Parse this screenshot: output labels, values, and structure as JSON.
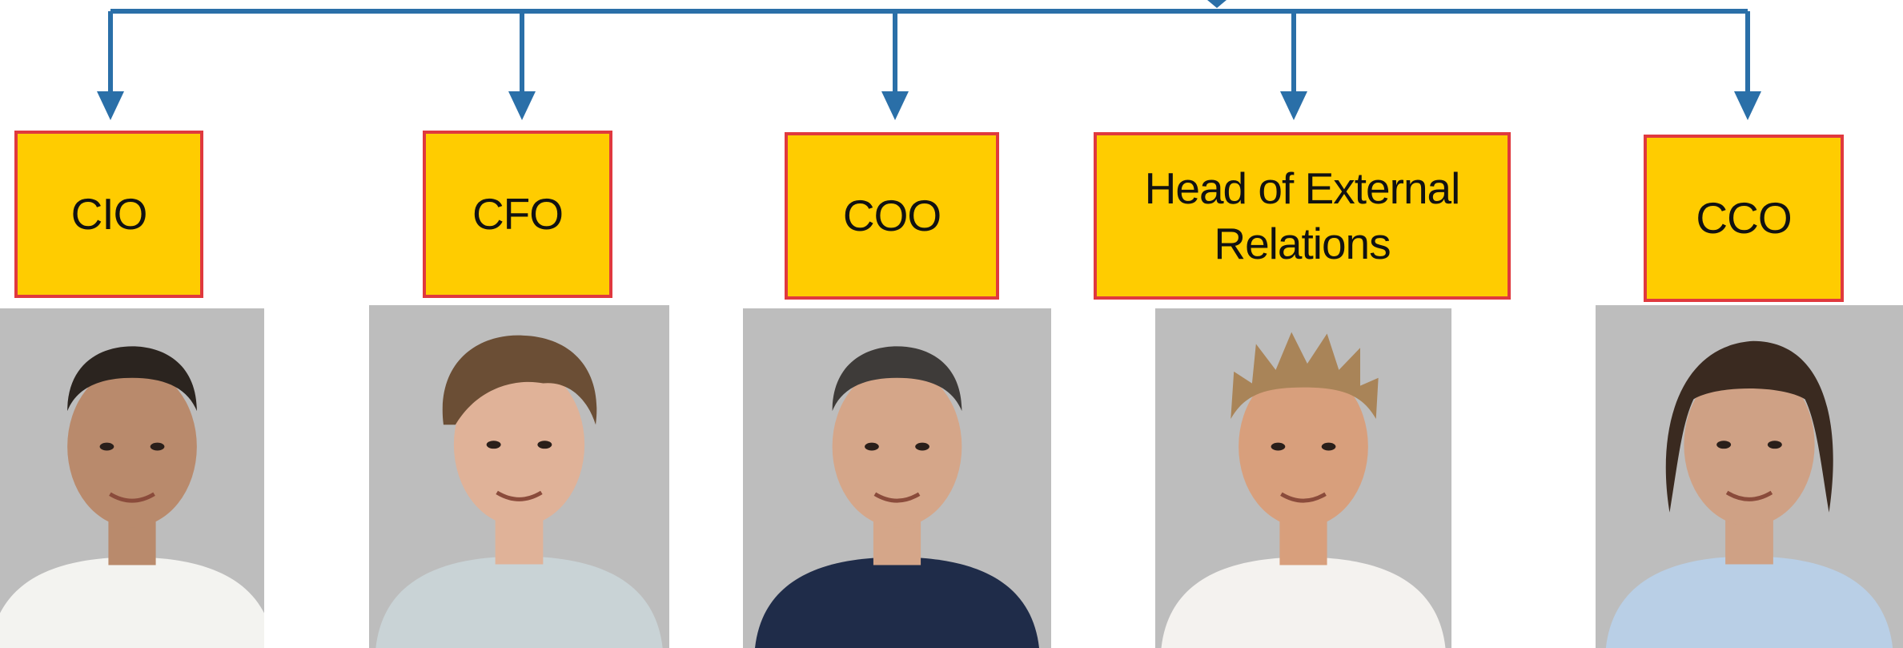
{
  "colors": {
    "connector": "#2a6fa8",
    "box_fill": "#ffcc00",
    "box_border": "#e0393e",
    "photo_background": "#bdbdbd"
  },
  "roles": [
    {
      "title": "CIO",
      "shirt": "#f3f3f0",
      "hair": "#2b241f",
      "skin": "#b98a6c",
      "hair_style": "short"
    },
    {
      "title": "CFO",
      "shirt": "#c9d3d6",
      "hair": "#6b4e35",
      "skin": "#e0b298",
      "hair_style": "tousled"
    },
    {
      "title": "COO",
      "shirt": "#1f2c49",
      "hair": "#3e3b39",
      "skin": "#d5a689",
      "hair_style": "short"
    },
    {
      "title": "Head of External Relations",
      "shirt": "#f4f2ef",
      "hair": "#a98458",
      "skin": "#d89f7c",
      "hair_style": "spiky"
    },
    {
      "title": "CCO",
      "shirt": "#b9cfe6",
      "hair": "#3a2a20",
      "skin": "#cfa185",
      "hair_style": "long"
    }
  ]
}
